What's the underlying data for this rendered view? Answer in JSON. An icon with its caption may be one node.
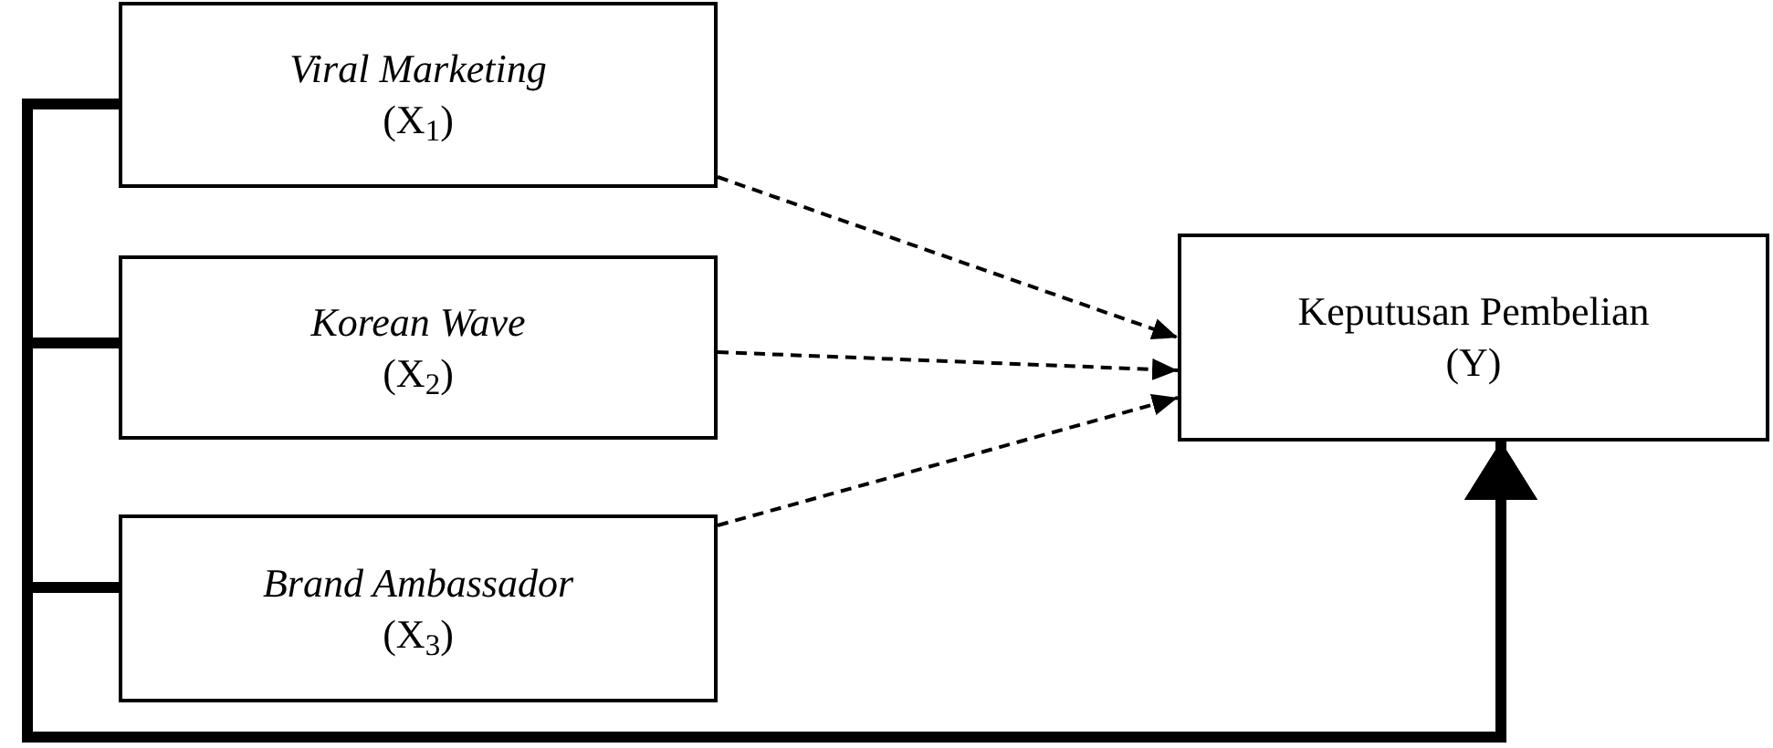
{
  "diagram": {
    "nodes": [
      {
        "text": [
          "Viral Marketing",
          "(X$_{1}$)"
        ]
      },
      {
        "text": [
          "Korean Wave",
          "(X$_{2}$)"
        ]
      },
      {
        "text": [
          "Brand Ambassador",
          "(X$_{3}$)"
        ]
      },
      {
        "text": [
          "Keputusan Pembelian",
          "(Y)"
        ]
      }
    ],
    "edges": [
      {
        "from": 0,
        "to": 3,
        "arrow": "to",
        "style": "dashed"
      },
      {
        "from": 1,
        "to": 3,
        "arrow": "to",
        "style": "dashed"
      },
      {
        "from": 2,
        "to": 3,
        "arrow": "to",
        "style": "dashed"
      },
      {
        "from": 0,
        "to": 3,
        "arrow": "to",
        "style": "thick"
      },
      {
        "from": 1,
        "to": 3,
        "arrow": "to",
        "style": "thick"
      },
      {
        "from": 2,
        "to": 3,
        "arrow": "to",
        "style": "thick"
      }
    ]
  }
}
